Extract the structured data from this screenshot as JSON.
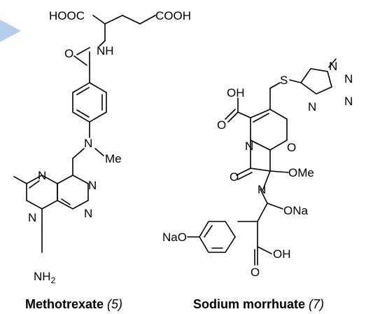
{
  "molecules": [
    {
      "name": "Methotrexate",
      "number": "(5)",
      "atoms": {
        "cooh_left": "HOOC",
        "cooh_right": "COOH",
        "amide_o": "O",
        "amide_nh": "NH",
        "n_methyl": "N",
        "methyl": "Me",
        "pteridine_n1": "N",
        "pteridine_n2": "N",
        "pteridine_n3": "N",
        "pteridine_n4": "N",
        "amino_nh": "NH",
        "amino_sub": "2"
      }
    },
    {
      "name": "Sodium morrhuate",
      "number": "(7)",
      "atoms": {
        "acid_oh": "OH",
        "acid_o": "O",
        "thio_s": "S",
        "tetrazole_n1": "N",
        "tetrazole_n2": "N",
        "tetrazole_n3": "N",
        "tetrazole_n4": "N",
        "lactam_n": "N",
        "ring_o": "O",
        "lactam_o": "O",
        "ome": "OMe",
        "imine_n": "N",
        "ona": "ONa",
        "nao": "NaO",
        "acid2_oh": "OH",
        "acid2_o": "O"
      }
    }
  ],
  "colors": {
    "bond": "#000000",
    "arrow_accent": "#a9c6ea"
  }
}
